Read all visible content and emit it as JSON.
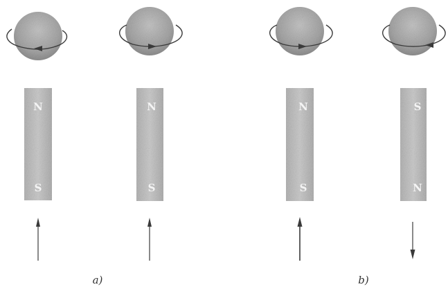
{
  "figure": {
    "panels": [
      {
        "label": "a)",
        "items": [
          {
            "spin_arrow": "counterclockwise",
            "top_pole": "N",
            "bottom_pole": "S",
            "moment_direction": "up"
          },
          {
            "spin_arrow": "clockwise",
            "top_pole": "N",
            "bottom_pole": "S",
            "moment_direction": "up"
          }
        ]
      },
      {
        "label": "b)",
        "items": [
          {
            "spin_arrow": "clockwise",
            "top_pole": "N",
            "bottom_pole": "S",
            "moment_direction": "up"
          },
          {
            "spin_arrow": "counterclockwise",
            "top_pole": "S",
            "bottom_pole": "N",
            "moment_direction": "down"
          }
        ]
      }
    ],
    "colors": {
      "sphere": "#a9a9a9",
      "magnet": "#c2c2c2",
      "line": "#3a3a3a"
    }
  }
}
